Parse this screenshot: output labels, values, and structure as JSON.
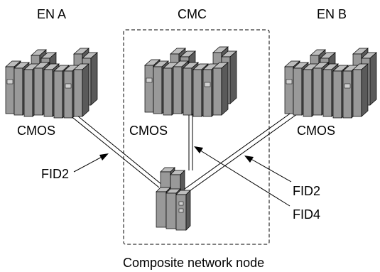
{
  "nodes": {
    "en_a": {
      "title": "EN A",
      "label": "CMOS"
    },
    "cmc": {
      "title": "CMC",
      "label": "CMOS"
    },
    "en_b": {
      "title": "EN B",
      "label": "CMOS"
    }
  },
  "callouts": {
    "fid2_left": "FID2",
    "fid2_right": "FID2",
    "fid4": "FID4"
  },
  "caption": "Composite network node",
  "colors": {
    "cabinet_front": "#999999",
    "cabinet_side": "#5a5a5a",
    "cabinet_top": "#bdbdbd",
    "outline": "#000000",
    "background": "#ffffff"
  }
}
